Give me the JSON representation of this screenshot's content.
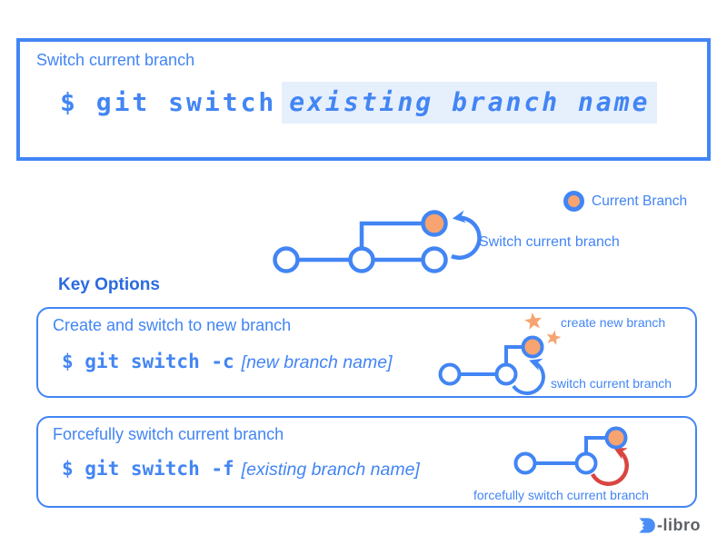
{
  "hero": {
    "title": "Switch current branch",
    "command": {
      "text": "$ git switch",
      "arg": "existing branch name"
    }
  },
  "legend": {
    "label": "Current Branch"
  },
  "main_diagram": {
    "arrow_label": "Switch current branch"
  },
  "section_heading": "Key Options",
  "options": [
    {
      "title": "Create and switch to new branch",
      "command": {
        "text": "$ git switch -c",
        "arg": "[new branch name]"
      },
      "labels": {
        "create": "create new branch",
        "switch": "switch current branch"
      }
    },
    {
      "title": "Forcefully switch current branch",
      "command": {
        "text": "$ git switch -f",
        "arg": "[existing branch name]"
      },
      "labels": {
        "force": "forcefully switch current branch"
      }
    }
  ],
  "logo": {
    "text": "-libro"
  },
  "colors": {
    "blue": "#4285f4",
    "heading_blue": "#2c6ae0",
    "highlight_bg": "#e6effc",
    "orange": "#f7a471",
    "red": "#d9453f",
    "logo_gray": "#5b6166"
  }
}
